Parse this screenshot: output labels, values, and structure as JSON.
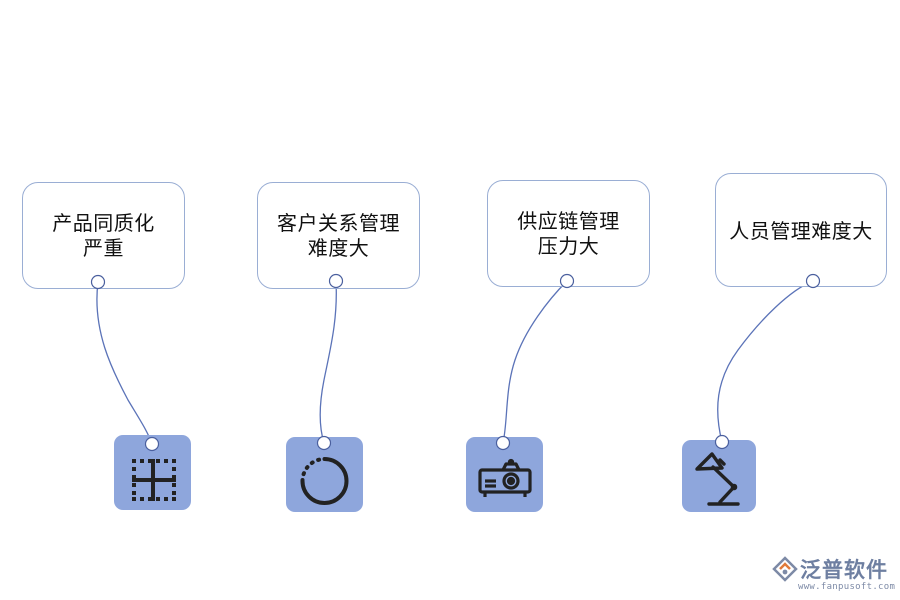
{
  "cards": [
    {
      "lines": [
        "产品同质化",
        "严重"
      ],
      "icon": "grid-icon"
    },
    {
      "lines": [
        "客户关系管理",
        "难度大"
      ],
      "icon": "dotted-circle-icon"
    },
    {
      "lines": [
        "供应链管理",
        "压力大"
      ],
      "icon": "projector-icon"
    },
    {
      "lines": [
        "人员管理难度大"
      ],
      "icon": "desk-lamp-icon"
    }
  ],
  "logo": {
    "name": "泛普软件",
    "url": "www.fanpusoft.com"
  },
  "colors": {
    "card_border": "#9aaed4",
    "icon_tile": "#8ea6dc",
    "icon_glyph": "#222222",
    "connector": "#5b73b8",
    "text": "#111111"
  }
}
